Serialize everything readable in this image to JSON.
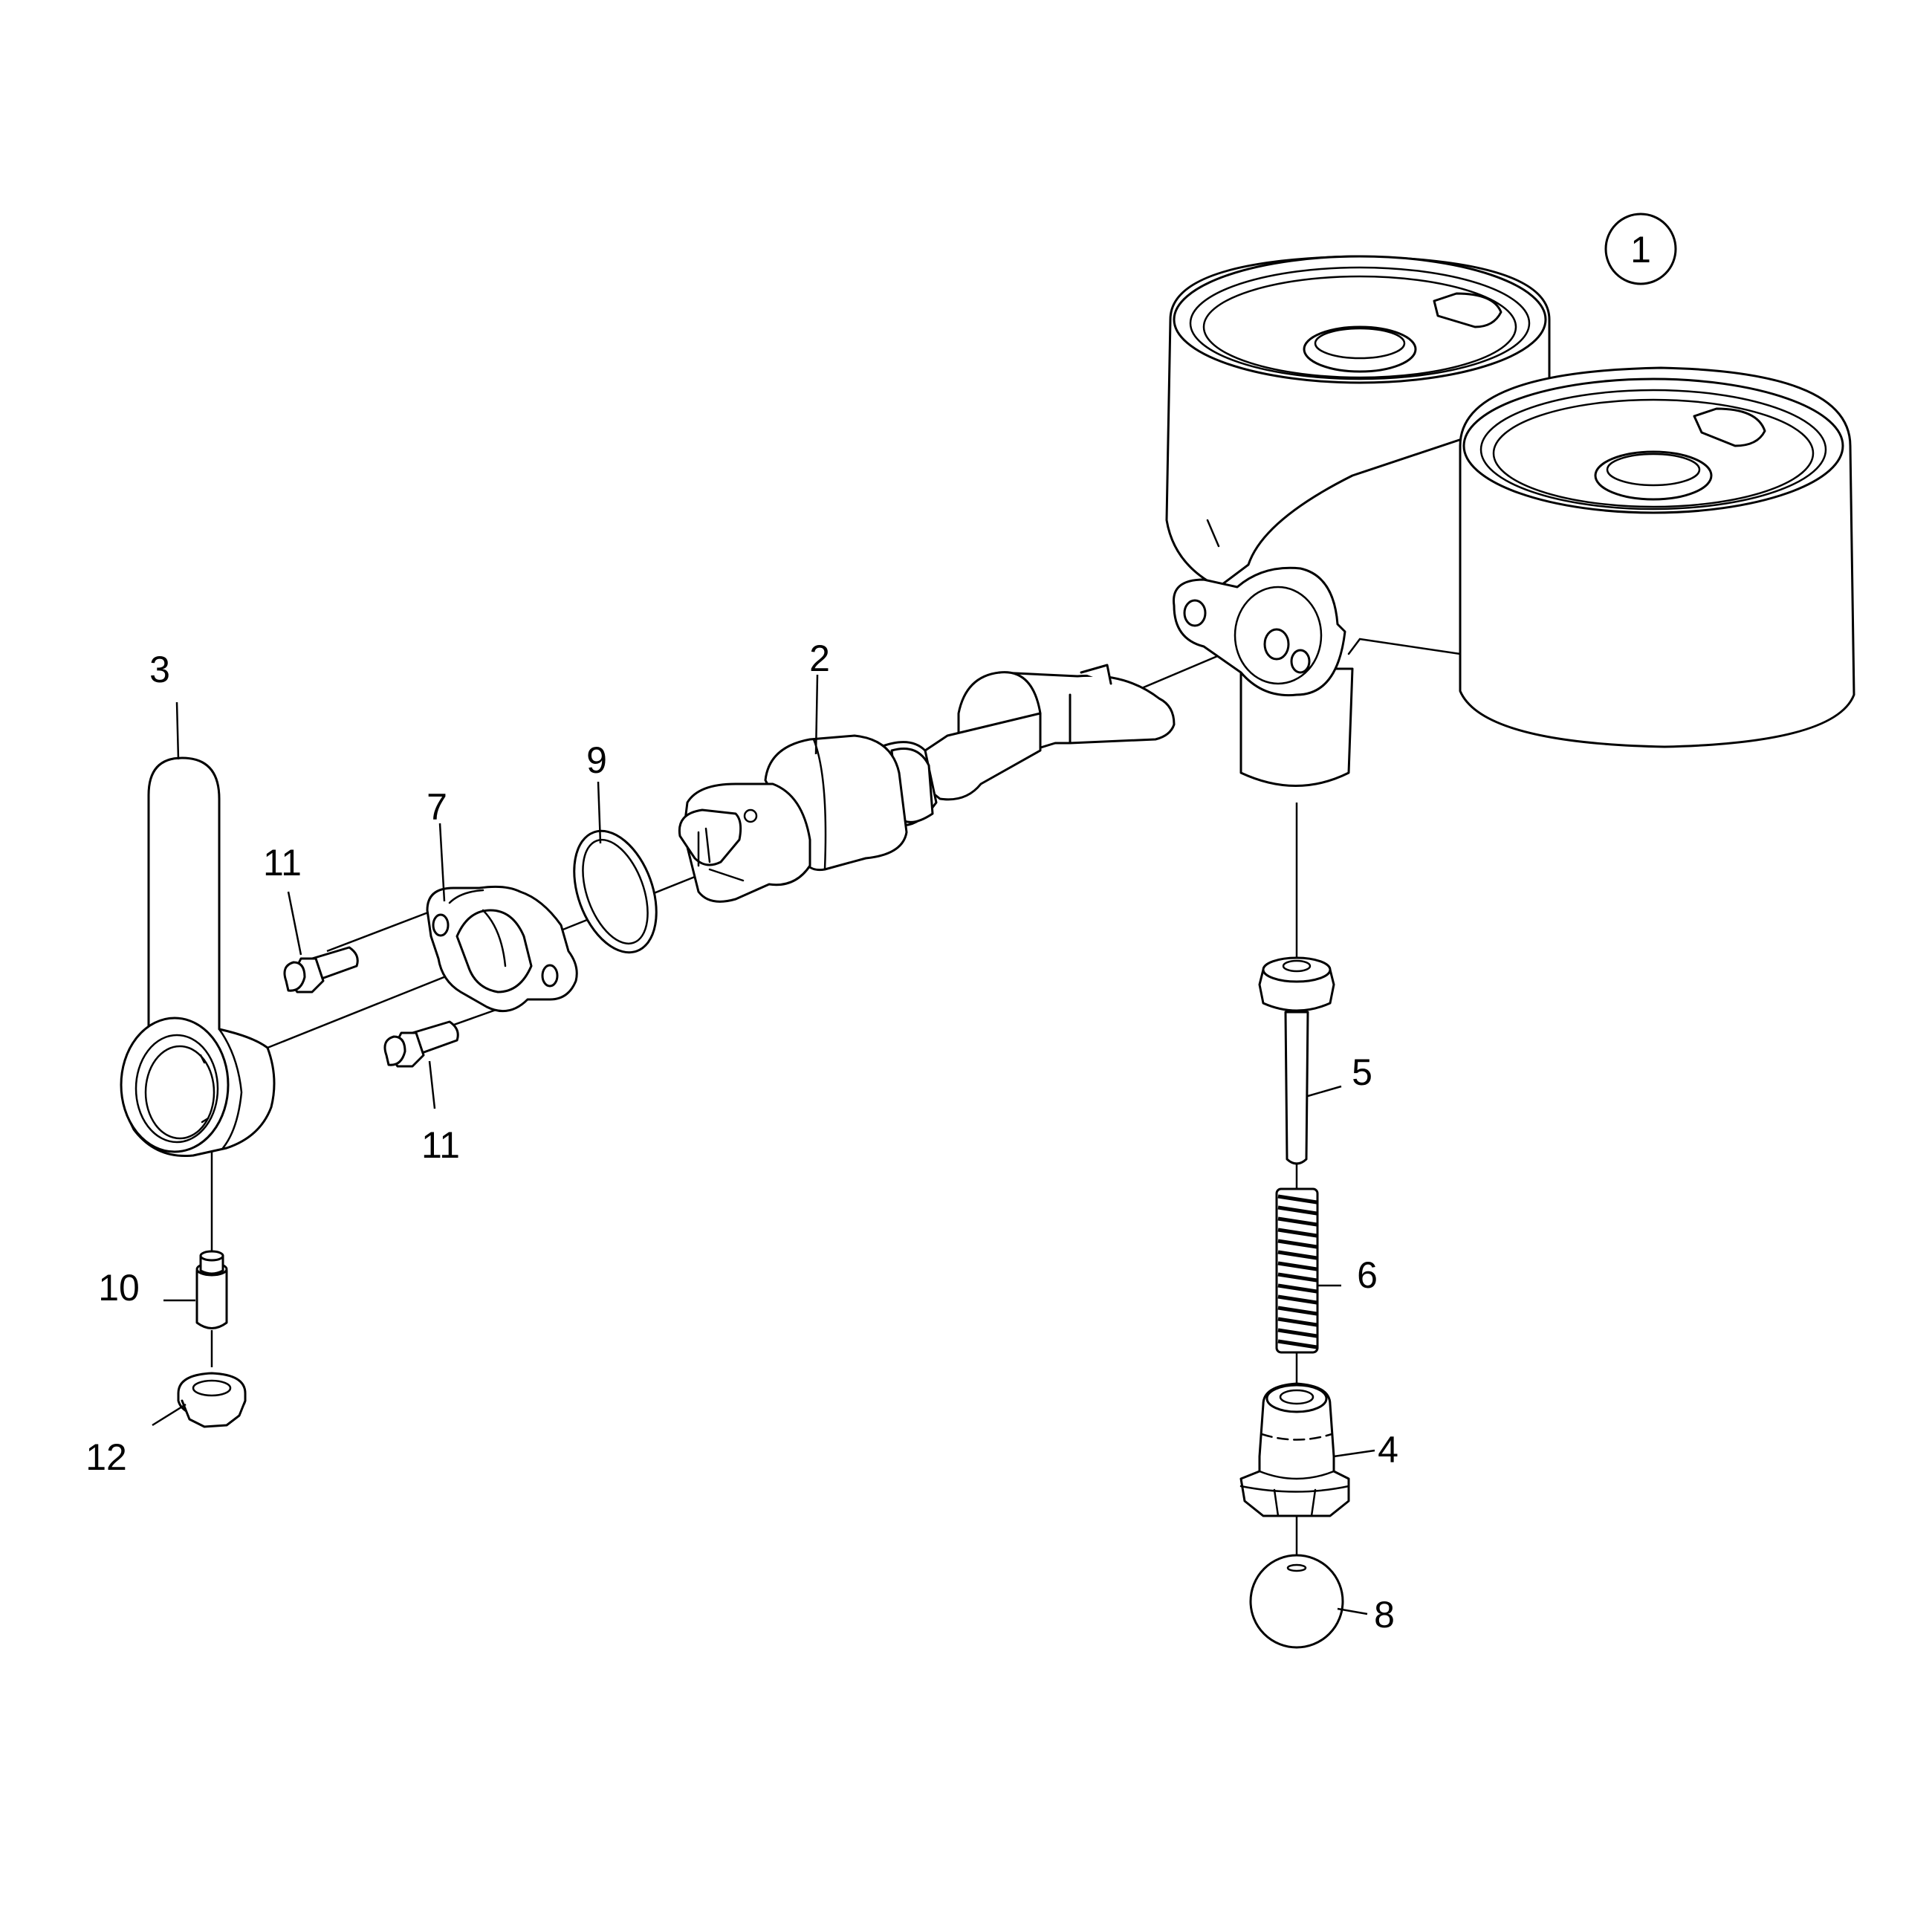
{
  "diagram": {
    "callouts": [
      {
        "id": "1",
        "text": "1",
        "circled": true
      },
      {
        "id": "2",
        "text": "2"
      },
      {
        "id": "3",
        "text": "3"
      },
      {
        "id": "4",
        "text": "4"
      },
      {
        "id": "5",
        "text": "5"
      },
      {
        "id": "6",
        "text": "6"
      },
      {
        "id": "7",
        "text": "7"
      },
      {
        "id": "8",
        "text": "8"
      },
      {
        "id": "9",
        "text": "9"
      },
      {
        "id": "10",
        "text": "10"
      },
      {
        "id": "11a",
        "text": "11"
      },
      {
        "id": "11b",
        "text": "11"
      },
      {
        "id": "12",
        "text": "12"
      }
    ],
    "line_color": "#000000",
    "background": "#ffffff"
  }
}
